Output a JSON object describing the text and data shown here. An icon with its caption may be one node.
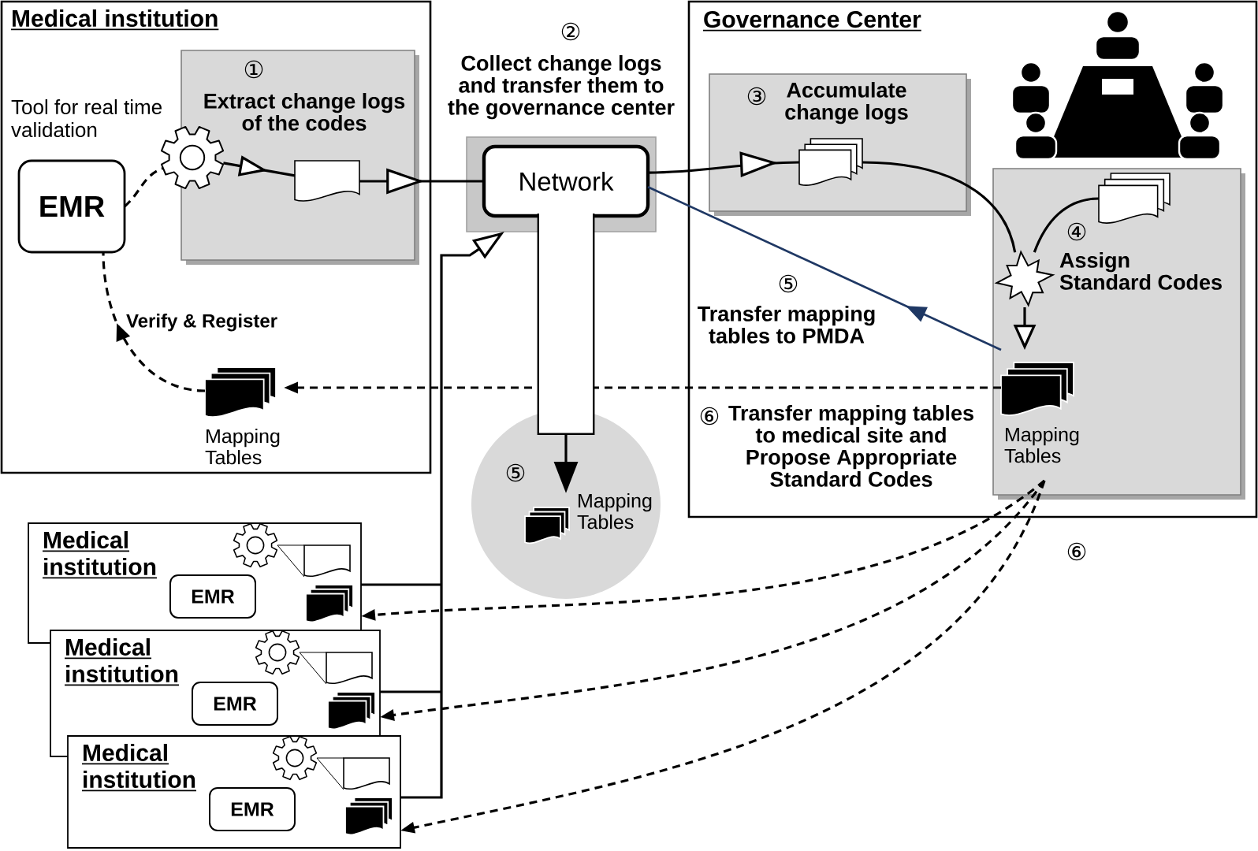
{
  "diagram": {
    "nodes": [
      {
        "text": [
          "Medical institution"
        ]
      },
      {
        "text": [
          "①",
          "Extract change logs of the codes"
        ],
        "in": 0
      },
      {
        "text": [
          "EMR"
        ],
        "in": 0
      },
      {
        "text": [],
        "shape": "gear",
        "beside": [
          "Tool for real time validation"
        ],
        "in": 0
      },
      {
        "text": [],
        "shape": "document",
        "in": 1
      },
      {
        "text": [
          "Mapping Tables"
        ],
        "in": 0
      },
      {
        "text": [
          "②",
          "Collect change logs and transfer them to the governance center"
        ]
      },
      {
        "text": [
          "Network"
        ],
        "in": 6
      },
      {
        "text": [
          "Governance Center"
        ]
      },
      {
        "text": [
          "③",
          "Accumulate change logs"
        ],
        "in": 8
      },
      {
        "text": [],
        "shape": "document",
        "in": 9
      },
      {
        "text": [
          "④",
          "Assign Standard Codes"
        ],
        "in": 8
      },
      {
        "text": [],
        "shape": "document",
        "in": 11
      },
      {
        "text": [],
        "shape": "starburst",
        "in": 11
      },
      {
        "text": [
          "Mapping Tables"
        ],
        "in": 11
      },
      {
        "text": [
          "⑤"
        ]
      },
      {
        "text": [
          "Mapping Tables"
        ],
        "in": 15
      },
      {
        "text": [
          "Medical institution"
        ]
      },
      {
        "text": [],
        "shape": "gear",
        "in": 17
      },
      {
        "text": [],
        "shape": "document",
        "in": 17
      },
      {
        "text": [
          "EMR"
        ],
        "in": 17
      },
      {
        "text": [],
        "shape": "document",
        "in": 17
      },
      {
        "text": [
          "Medical institution"
        ]
      },
      {
        "text": [],
        "shape": "gear",
        "in": 22
      },
      {
        "text": [],
        "shape": "document",
        "in": 22
      },
      {
        "text": [
          "EMR"
        ],
        "in": 22
      },
      {
        "text": [],
        "shape": "document",
        "in": 22
      },
      {
        "text": [
          "Medical institution"
        ]
      },
      {
        "text": [],
        "shape": "gear",
        "in": 27
      },
      {
        "text": [],
        "shape": "document",
        "in": 27
      },
      {
        "text": [
          "EMR"
        ],
        "in": 27
      },
      {
        "text": [],
        "shape": "document",
        "in": 27
      }
    ],
    "edges": [
      {
        "from": 2,
        "to": 3,
        "arrow": "none",
        "style": "dashed"
      },
      {
        "from": 3,
        "to": 4,
        "arrow": "to"
      },
      {
        "from": 4,
        "to": 7,
        "arrow": "to"
      },
      {
        "from": 7,
        "to": 10,
        "arrow": "to"
      },
      {
        "from": 10,
        "to": 13,
        "arrow": "none"
      },
      {
        "from": 12,
        "to": 13,
        "arrow": "none"
      },
      {
        "from": 13,
        "to": 14,
        "arrow": "to"
      },
      {
        "from": 14,
        "to": 7,
        "arrow": "to",
        "label": "Transfer mapping tables to PMDA",
        "color": "#1f3864"
      },
      {
        "from": 7,
        "to": 16,
        "arrow": "to",
        "style": "thick"
      },
      {
        "from": 14,
        "to": 5,
        "arrow": "to",
        "style": "dashed"
      },
      {
        "from": 5,
        "to": 2,
        "arrow": "to",
        "style": "dashed",
        "label": "Verify & Register"
      },
      {
        "from": 17,
        "to": 6,
        "arrow": "to"
      },
      {
        "from": 22,
        "to": 6,
        "arrow": "to"
      },
      {
        "from": 27,
        "to": 6,
        "arrow": "to"
      },
      {
        "from": 14,
        "to": 17,
        "arrow": "to",
        "style": "dashed"
      },
      {
        "from": 14,
        "to": 22,
        "arrow": "to",
        "style": "dashed"
      },
      {
        "from": 14,
        "to": 27,
        "arrow": "to",
        "style": "dashed"
      },
      {
        "from": 18,
        "to": 19,
        "arrow": "none"
      },
      {
        "from": 23,
        "to": 24,
        "arrow": "none"
      },
      {
        "from": 28,
        "to": 29,
        "arrow": "none"
      }
    ],
    "labels": [
      "⑤",
      "⑥",
      "Transfer mapping tables to medical site and Propose Appropriate Standard Codes",
      "⑥"
    ]
  }
}
